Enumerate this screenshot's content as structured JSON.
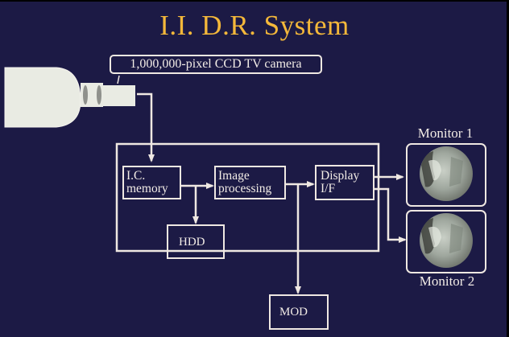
{
  "title": "I.I. D.R. System",
  "camera": {
    "label": "1,000,000-pixel CCD TV camera"
  },
  "blocks": {
    "ic_memory": [
      "I.C.",
      "memory"
    ],
    "image_processing": [
      "Image",
      "processing"
    ],
    "display_if": [
      "Display",
      "I/F"
    ],
    "hdd": "HDD",
    "mod": "MOD"
  },
  "monitors": [
    {
      "label": "Monitor 1"
    },
    {
      "label": "Monitor 2"
    }
  ],
  "colors": {
    "background": "#1c1a45",
    "title": "#f4b83a",
    "line": "#efe8e2"
  }
}
